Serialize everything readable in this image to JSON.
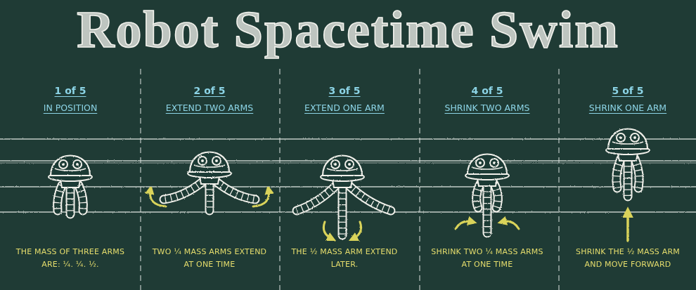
{
  "diagram": {
    "title": "Robot Spacetime Swim",
    "labels": [
      "1 of 5",
      "IN POSITION",
      "THE MASS OF THREE ARMS ARE: ¼. ¼. ½.",
      "2 of 5",
      "EXTEND TWO ARMS",
      "TWO ¼ MASS ARMS EXTEND AT ONE TIME",
      "3 of 5",
      "EXTEND ONE ARM",
      "THE ½ MASS ARM EXTEND LATER.",
      "4 of 5",
      "SHRINK TWO ARMS",
      "SHRINK TWO ¼ MASS ARMS AT ONE TIME",
      "5 of 5",
      "SHRINK ONE ARM",
      "SHRINK THE ½ MASS ARM AND MOVE FORWARD"
    ]
  }
}
